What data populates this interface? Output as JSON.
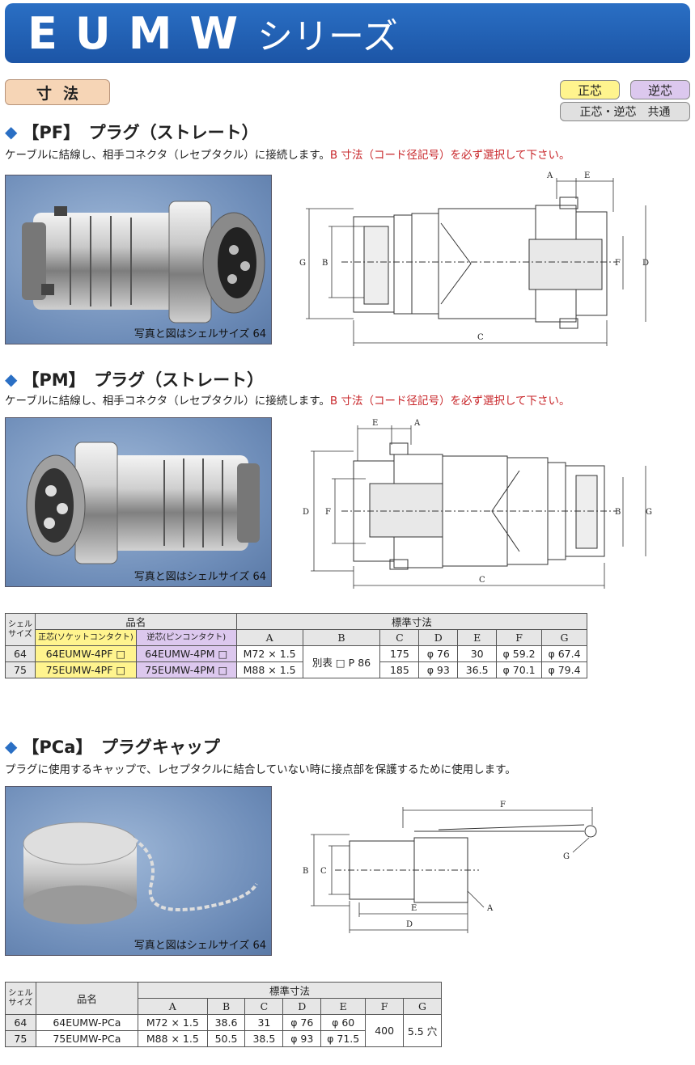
{
  "header": {
    "title_latin": "EUMW",
    "title_jp": "シリーズ"
  },
  "dimension_badge": "寸法",
  "legend": {
    "positive": "正芯",
    "reverse": "逆芯",
    "both": "正芯・逆芯　共通"
  },
  "pf": {
    "title": "【PF】　プラグ（ストレート）",
    "desc_main": "ケーブルに結線し、相手コネクタ（レセプタクル）に接続します。",
    "desc_red": "B 寸法（コード径記号）を必ず選択して下さい。",
    "caption": "写真と図はシェルサイズ 64",
    "labels": {
      "A": "A",
      "E": "E",
      "G": "G",
      "B": "B",
      "F": "F",
      "D": "D",
      "C": "C"
    }
  },
  "pm": {
    "title": "【PM】　プラグ（ストレート）",
    "desc_main": "ケーブルに結線し、相手コネクタ（レセプタクル）に接続します。",
    "desc_red": "B 寸法（コード径記号）を必ず選択して下さい。",
    "caption": "写真と図はシェルサイズ 64",
    "labels": {
      "A": "A",
      "E": "E",
      "G": "G",
      "B": "B",
      "F": "F",
      "D": "D",
      "C": "C"
    }
  },
  "table1": {
    "shell_line1": "シェル",
    "shell_line2": "サイズ",
    "name_header": "品名",
    "std_header": "標準寸法",
    "pos_header": "正芯(ソケットコンタクト)",
    "rev_header": "逆芯(ピンコンタクト)",
    "cols": [
      "A",
      "B",
      "C",
      "D",
      "E",
      "F",
      "G"
    ],
    "b_shared": "別表 □ P 86",
    "rows": [
      {
        "size": "64",
        "pf": "64EUMW-4PF □",
        "pm": "64EUMW-4PM □",
        "A": "M72 × 1.5",
        "C": "175",
        "D": "φ 76",
        "E": "30",
        "F": "φ 59.2",
        "G": "φ 67.4"
      },
      {
        "size": "75",
        "pf": "75EUMW-4PF □",
        "pm": "75EUMW-4PM □",
        "A": "M88 × 1.5",
        "C": "185",
        "D": "φ 93",
        "E": "36.5",
        "F": "φ 70.1",
        "G": "φ 79.4"
      }
    ]
  },
  "pca": {
    "title": "【PCa】　プラグキャップ",
    "desc": "プラグに使用するキャップで、レセプタクルに結合していない時に接点部を保護するために使用します。",
    "caption": "写真と図はシェルサイズ 64",
    "labels": {
      "F": "F",
      "G": "G",
      "B": "B",
      "C": "C",
      "E": "E",
      "A": "A",
      "D": "D"
    }
  },
  "table2": {
    "shell_line1": "シェル",
    "shell_line2": "サイズ",
    "name_header": "品名",
    "std_header": "標準寸法",
    "cols": [
      "A",
      "B",
      "C",
      "D",
      "E",
      "F",
      "G"
    ],
    "f_shared": "400",
    "g_shared": "5.5 穴",
    "rows": [
      {
        "size": "64",
        "name": "64EUMW-PCa",
        "A": "M72 × 1.5",
        "B": "38.6",
        "C": "31",
        "D": "φ 76",
        "E": "φ 60"
      },
      {
        "size": "75",
        "name": "75EUMW-PCa",
        "A": "M88 × 1.5",
        "B": "50.5",
        "C": "38.5",
        "D": "φ 93",
        "E": "φ 71.5"
      }
    ]
  }
}
